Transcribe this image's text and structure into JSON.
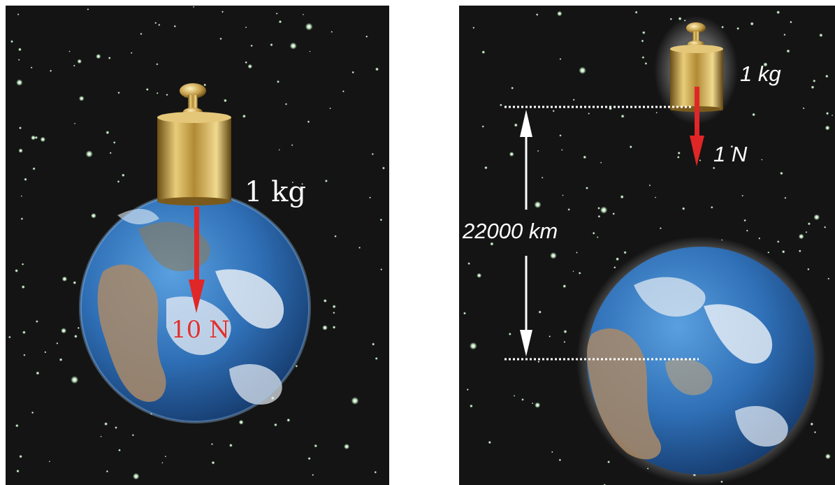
{
  "left_panel": {
    "mass_label": "1 kg",
    "force_label": "10 N"
  },
  "right_panel": {
    "mass_label": "1 kg",
    "force_label": "1 N",
    "distance_label": "22000 km"
  },
  "colors": {
    "space": "#141414",
    "star": "#d8f0d8",
    "ocean": "#2f6fb6",
    "land": "#b09070",
    "cloud": "#f2f6fa",
    "weight_gold": "#c9a24a",
    "force_arrow": "#e02626",
    "annotation": "#ffffff"
  },
  "icons": [
    "earth-globe-icon",
    "brass-weight-icon",
    "force-arrow-icon",
    "distance-arrow-icon"
  ]
}
